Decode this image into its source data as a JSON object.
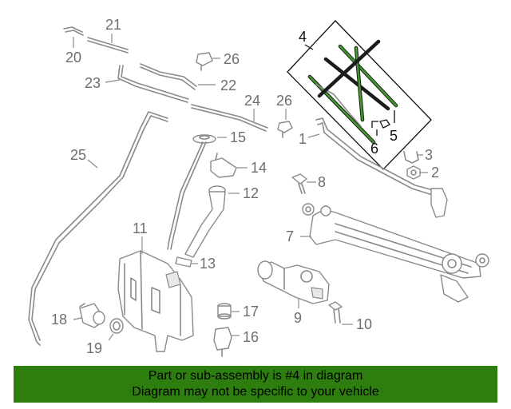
{
  "callouts": {
    "c1": "1",
    "c2": "2",
    "c3": "3",
    "c4": "4",
    "c5": "5",
    "c6": "6",
    "c7": "7",
    "c8": "8",
    "c9": "9",
    "c10": "10",
    "c11": "11",
    "c12": "12",
    "c13": "13",
    "c14": "14",
    "c15": "15",
    "c16": "16",
    "c17": "17",
    "c18": "18",
    "c19": "19",
    "c20": "20",
    "c21": "21",
    "c22": "22",
    "c23": "23",
    "c24": "24",
    "c25": "25",
    "c26a": "26",
    "c26b": "26"
  },
  "banner": {
    "line1": "Part or sub-assembly is #4 in diagram",
    "line2": "Diagram may not be specific to your vehicle"
  },
  "colors": {
    "banner_bg": "#2e7d0f",
    "highlight_green": "#3f9a2b",
    "part_gray": "#8a8a8a"
  }
}
